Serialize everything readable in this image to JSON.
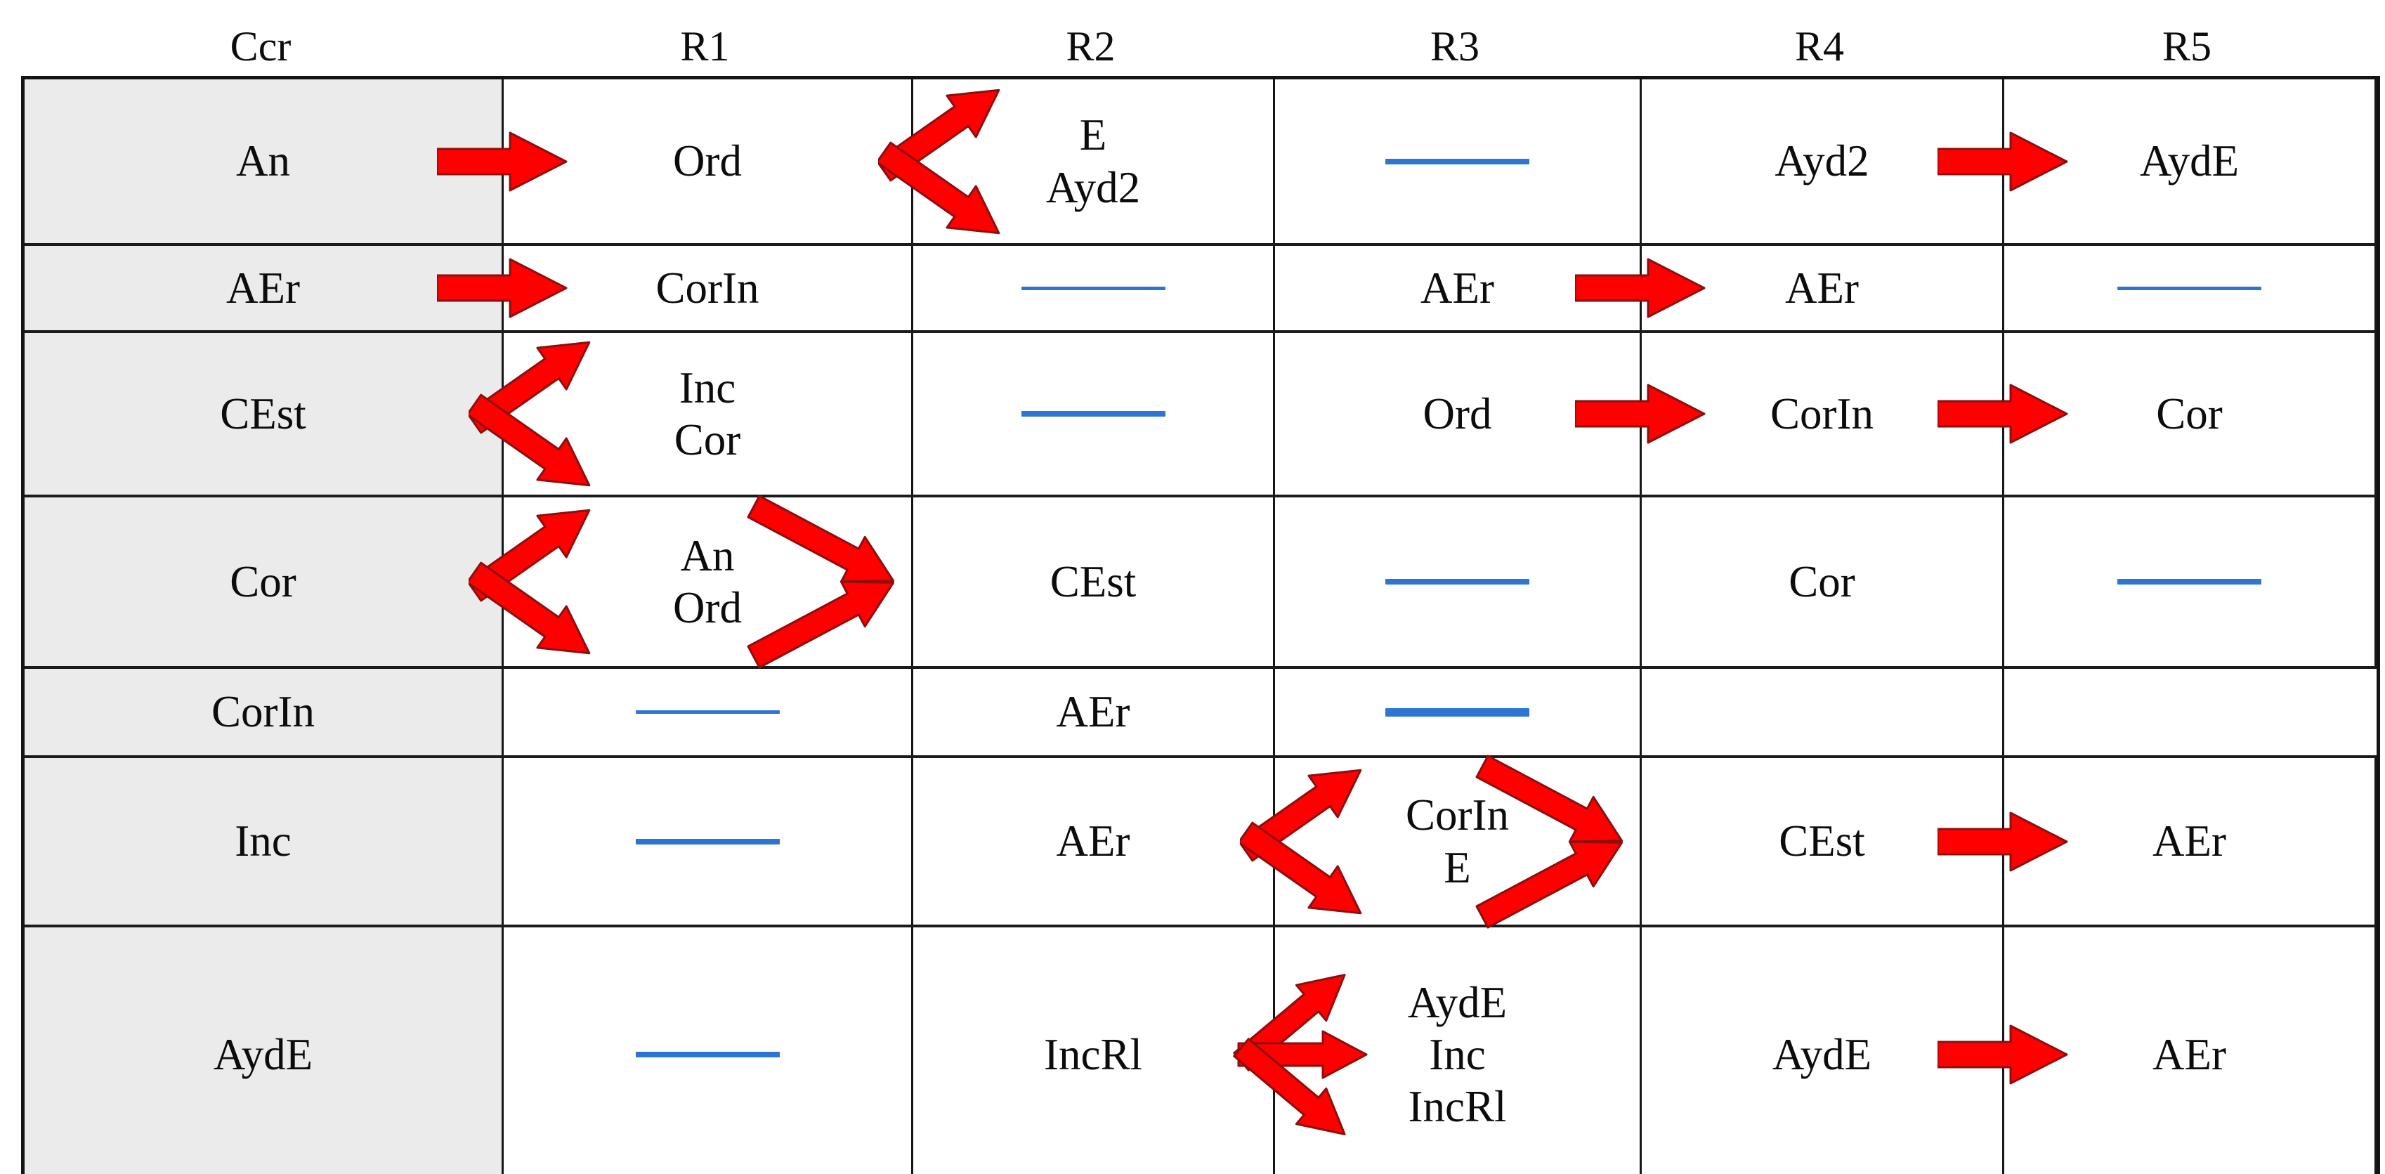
{
  "title": "Ccr transition relations table",
  "header": {
    "columns": [
      "Ccr",
      "R1",
      "R2",
      "R3",
      "R4",
      "R5"
    ]
  },
  "colors": {
    "arrow_red": "#fe0000",
    "arrow_outline": "#8c0f0f",
    "dash_blue": "#2e75d3",
    "row_header_bg": "#ebebeb",
    "border_black": "#141414"
  },
  "icons": {
    "straight": "arrow-right-icon",
    "fork-out": "arrow-fork-out-icon",
    "fork-in": "arrow-fork-in-icon",
    "fork3-out": "arrow-fork3-out-icon"
  },
  "rows": [
    {
      "ccr": "An",
      "cells": {
        "r1": {
          "lines": [
            "Ord"
          ]
        },
        "r2": {
          "lines": [
            "E",
            "Ayd2"
          ]
        },
        "r3": {
          "dash": "medium"
        },
        "r4": {
          "lines": [
            "Ayd2"
          ]
        },
        "r5": {
          "lines": [
            "AydE"
          ]
        }
      },
      "arrows": [
        {
          "type": "straight",
          "between": "ccr-r1"
        },
        {
          "type": "fork-out",
          "between": "r1-r2"
        },
        {
          "type": "straight",
          "between": "r4-r5"
        }
      ]
    },
    {
      "ccr": "AEr",
      "cells": {
        "r1": {
          "lines": [
            "CorIn"
          ]
        },
        "r2": {
          "dash": "thin"
        },
        "r3": {
          "lines": [
            "AEr"
          ]
        },
        "r4": {
          "lines": [
            "AEr"
          ]
        },
        "r5": {
          "dash": "thin"
        }
      },
      "arrows": [
        {
          "type": "straight",
          "between": "ccr-r1"
        },
        {
          "type": "straight",
          "between": "r3-r4"
        }
      ]
    },
    {
      "ccr": "CEst",
      "cells": {
        "r1": {
          "lines": [
            "Inc",
            "Cor"
          ]
        },
        "r2": {
          "dash": "medium"
        },
        "r3": {
          "lines": [
            "Ord"
          ]
        },
        "r4": {
          "lines": [
            "CorIn"
          ]
        },
        "r5": {
          "lines": [
            "Cor"
          ]
        }
      },
      "arrows": [
        {
          "type": "fork-out",
          "between": "ccr-r1"
        },
        {
          "type": "straight",
          "between": "r3-r4"
        },
        {
          "type": "straight",
          "between": "r4-r5"
        }
      ]
    },
    {
      "ccr": "Cor",
      "cells": {
        "r1": {
          "lines": [
            "An",
            "Ord"
          ]
        },
        "r2": {
          "lines": [
            "CEst"
          ]
        },
        "r3": {
          "dash": "medium"
        },
        "r4": {
          "lines": [
            "Cor"
          ]
        },
        "r5": {
          "dash": "medium"
        }
      },
      "arrows": [
        {
          "type": "fork-out",
          "between": "ccr-r1"
        },
        {
          "type": "fork-in",
          "between": "r1-r2"
        }
      ]
    },
    {
      "ccr": "CorIn",
      "cells": {
        "r1": {
          "dash": "thin"
        },
        "r2": {
          "lines": [
            "AEr"
          ]
        },
        "r3": {
          "dash": "thick"
        },
        "r4": {},
        "r5": {}
      },
      "arrows": []
    },
    {
      "ccr": "Inc",
      "cells": {
        "r1": {
          "dash": "medium"
        },
        "r2": {
          "lines": [
            "AEr"
          ]
        },
        "r3": {
          "lines": [
            "CorIn",
            "E"
          ]
        },
        "r4": {
          "lines": [
            "CEst"
          ]
        },
        "r5": {
          "lines": [
            "AEr"
          ]
        }
      },
      "arrows": [
        {
          "type": "fork-out",
          "between": "r2-r3"
        },
        {
          "type": "fork-in",
          "between": "r3-r4"
        },
        {
          "type": "straight",
          "between": "r4-r5"
        }
      ]
    },
    {
      "ccr": "AydE",
      "cells": {
        "r1": {
          "dash": "medium"
        },
        "r2": {
          "lines": [
            "IncRl"
          ]
        },
        "r3": {
          "lines": [
            "AydE",
            "Inc",
            "IncRl"
          ]
        },
        "r4": {
          "lines": [
            "AydE"
          ]
        },
        "r5": {
          "lines": [
            "AEr"
          ]
        }
      },
      "arrows": [
        {
          "type": "fork3-out",
          "between": "r2-r3"
        },
        {
          "type": "straight",
          "between": "r4-r5"
        }
      ]
    }
  ]
}
